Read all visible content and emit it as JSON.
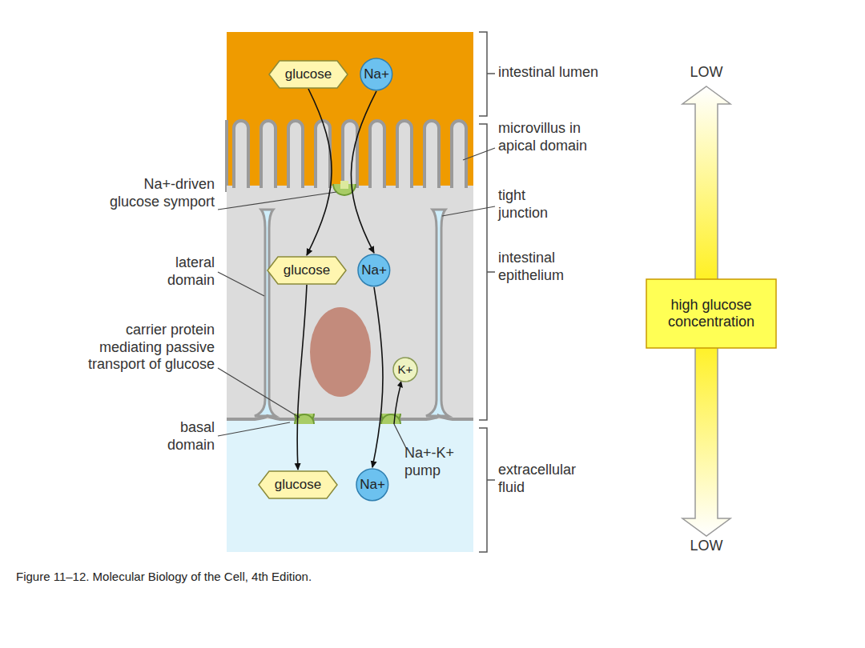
{
  "diagram": {
    "caption": "Figure 11–12. Molecular Biology of the Cell, 4th Edition.",
    "nodes": [
      {
        "text": [
          "glucose"
        ]
      },
      {
        "text": [
          "Na+"
        ]
      },
      {
        "text": [
          "glucose"
        ]
      },
      {
        "text": [
          "Na+"
        ]
      },
      {
        "text": [
          "K+"
        ]
      },
      {
        "text": [
          "glucose"
        ]
      },
      {
        "text": [
          "Na+"
        ]
      },
      {
        "text": [
          "high glucose concentration"
        ]
      }
    ],
    "edges": [
      {
        "from": 0,
        "to": 2,
        "arrow": "to"
      },
      {
        "from": 1,
        "to": 3,
        "arrow": "to"
      },
      {
        "from": 2,
        "to": 5,
        "arrow": "to"
      },
      {
        "from": 3,
        "to": 6,
        "arrow": "to"
      }
    ],
    "labels": [
      "intestinal lumen",
      "microvillus in apical domain",
      "Na+-driven glucose symport",
      "tight junction",
      "lateral domain",
      "intestinal epithelium",
      "carrier protein mediating passive transport of glucose",
      "basal domain",
      "Na+-K+ pump",
      "extracellular fluid",
      "LOW",
      "LOW"
    ]
  }
}
